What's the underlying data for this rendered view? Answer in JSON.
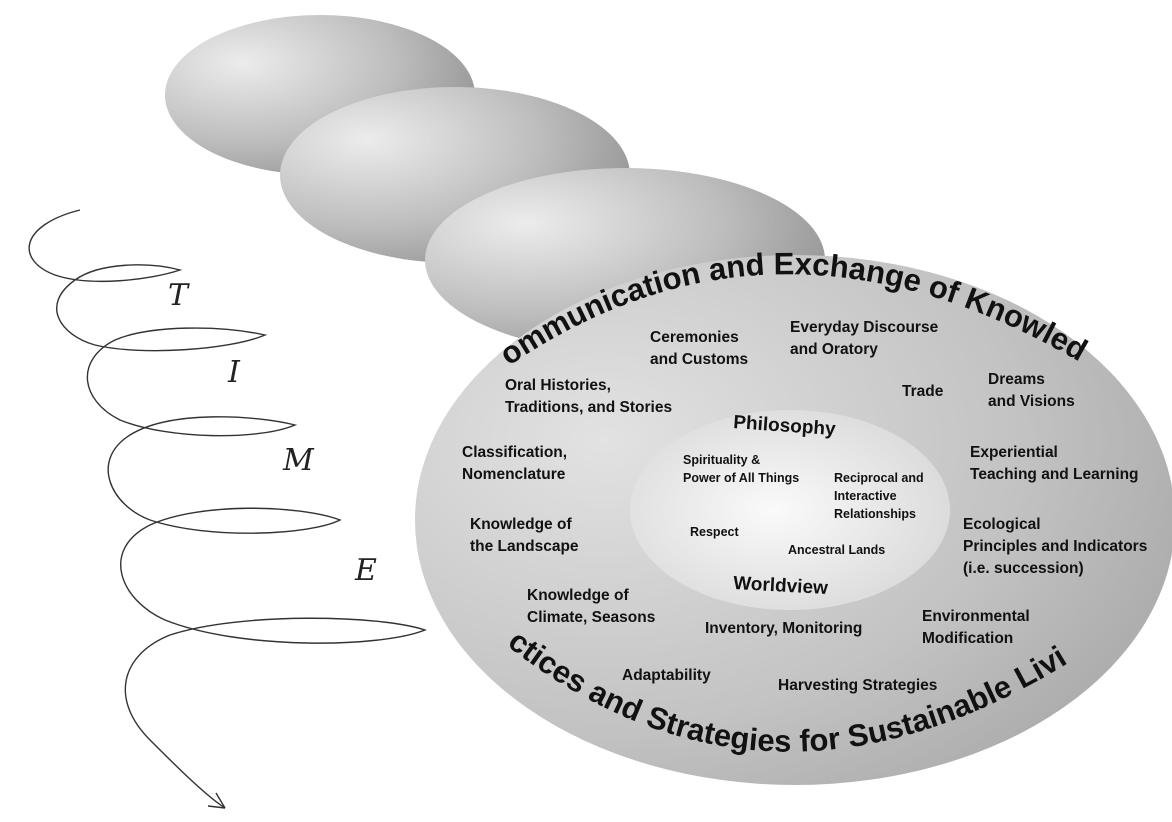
{
  "time": {
    "letters": [
      "T",
      "I",
      "M",
      "E"
    ]
  },
  "outer_ring": {
    "top_arc": "Communication and Exchange of Knowledge",
    "bottom_arc": "Practices and Strategies for Sustainable Living",
    "items": {
      "ceremonies": [
        "Ceremonies",
        "and Customs"
      ],
      "discourse": [
        "Everyday Discourse",
        "and Oratory"
      ],
      "oral": [
        "Oral Histories,",
        "Traditions, and Stories"
      ],
      "trade": [
        "Trade"
      ],
      "dreams": [
        "Dreams",
        "and Visions"
      ],
      "classification": [
        "Classification,",
        "Nomenclature"
      ],
      "experiential": [
        "Experiential",
        "Teaching and Learning"
      ],
      "landscape": [
        "Knowledge of",
        "the Landscape"
      ],
      "ecological": [
        "Ecological",
        "Principles and Indicators",
        "(i.e. succession)"
      ],
      "climate": [
        "Knowledge of",
        "Climate, Seasons"
      ],
      "inventory": [
        "Inventory, Monitoring"
      ],
      "environmental": [
        "Environmental",
        "Modification"
      ],
      "adaptability": [
        "Adaptability"
      ],
      "harvesting": [
        "Harvesting Strategies"
      ]
    }
  },
  "core": {
    "philosophy": "Philosophy",
    "worldview": "Worldview",
    "items": {
      "spirituality": [
        "Spirituality &",
        "Power of All Things"
      ],
      "reciprocal": [
        "Reciprocal and",
        "Interactive",
        "Relationships"
      ],
      "respect": [
        "Respect"
      ],
      "ancestral": [
        "Ancestral Lands"
      ]
    }
  },
  "colors": {
    "disc_light": "#e6e6e6",
    "disc_mid": "#b4b4b4",
    "disc_dark": "#8f8f8f",
    "core_light": "#f4f4f4",
    "spiral_stroke": "#333333"
  }
}
